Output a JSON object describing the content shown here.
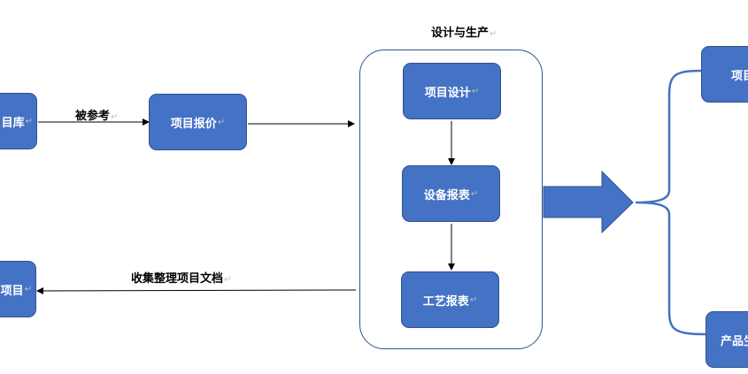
{
  "paragraph_mark": "↵",
  "nodes": {
    "library": "目库",
    "quote": "项目报价",
    "archive": "项目",
    "design": "项目设计",
    "equipment": "设备报表",
    "process": "工艺报表",
    "right_top": "项目",
    "right_bottom": "产品生"
  },
  "labels": {
    "referenced": "被参考",
    "design_production": "设计与生产",
    "collect": "收集整理项目文档"
  },
  "colors": {
    "node_fill": "#4472c4",
    "node_border": "#2f528f"
  }
}
